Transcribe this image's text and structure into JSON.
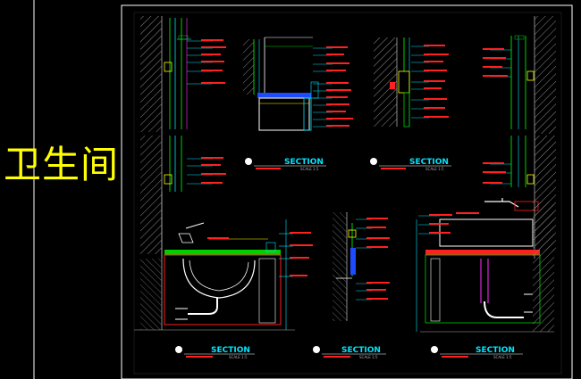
{
  "sheet": {
    "title": "卫生间",
    "colors": {
      "background": "#000000",
      "frame": "#ffffff",
      "title": "#ffff00",
      "wall_hatch": "#9a9a9a",
      "green": "#00d000",
      "cyan": "#00e5ff",
      "red": "#ff2020",
      "magenta": "#ff30ff",
      "blue": "#1e4bff",
      "yellow": "#ffff00",
      "white": "#e8e8e8"
    }
  },
  "sections": [
    {
      "id": "sec-1",
      "label": "SECTION",
      "scale": "SCALE 1:5"
    },
    {
      "id": "sec-2",
      "label": "SECTION",
      "scale": "SCALE 1:5"
    },
    {
      "id": "sec-3",
      "label": "SECTION",
      "scale": "SCALE 1:5"
    },
    {
      "id": "sec-4",
      "label": "SECTION",
      "scale": "SCALE 1:5"
    },
    {
      "id": "sec-5",
      "label": "SECTION",
      "scale": "SCALE 1:5"
    }
  ]
}
